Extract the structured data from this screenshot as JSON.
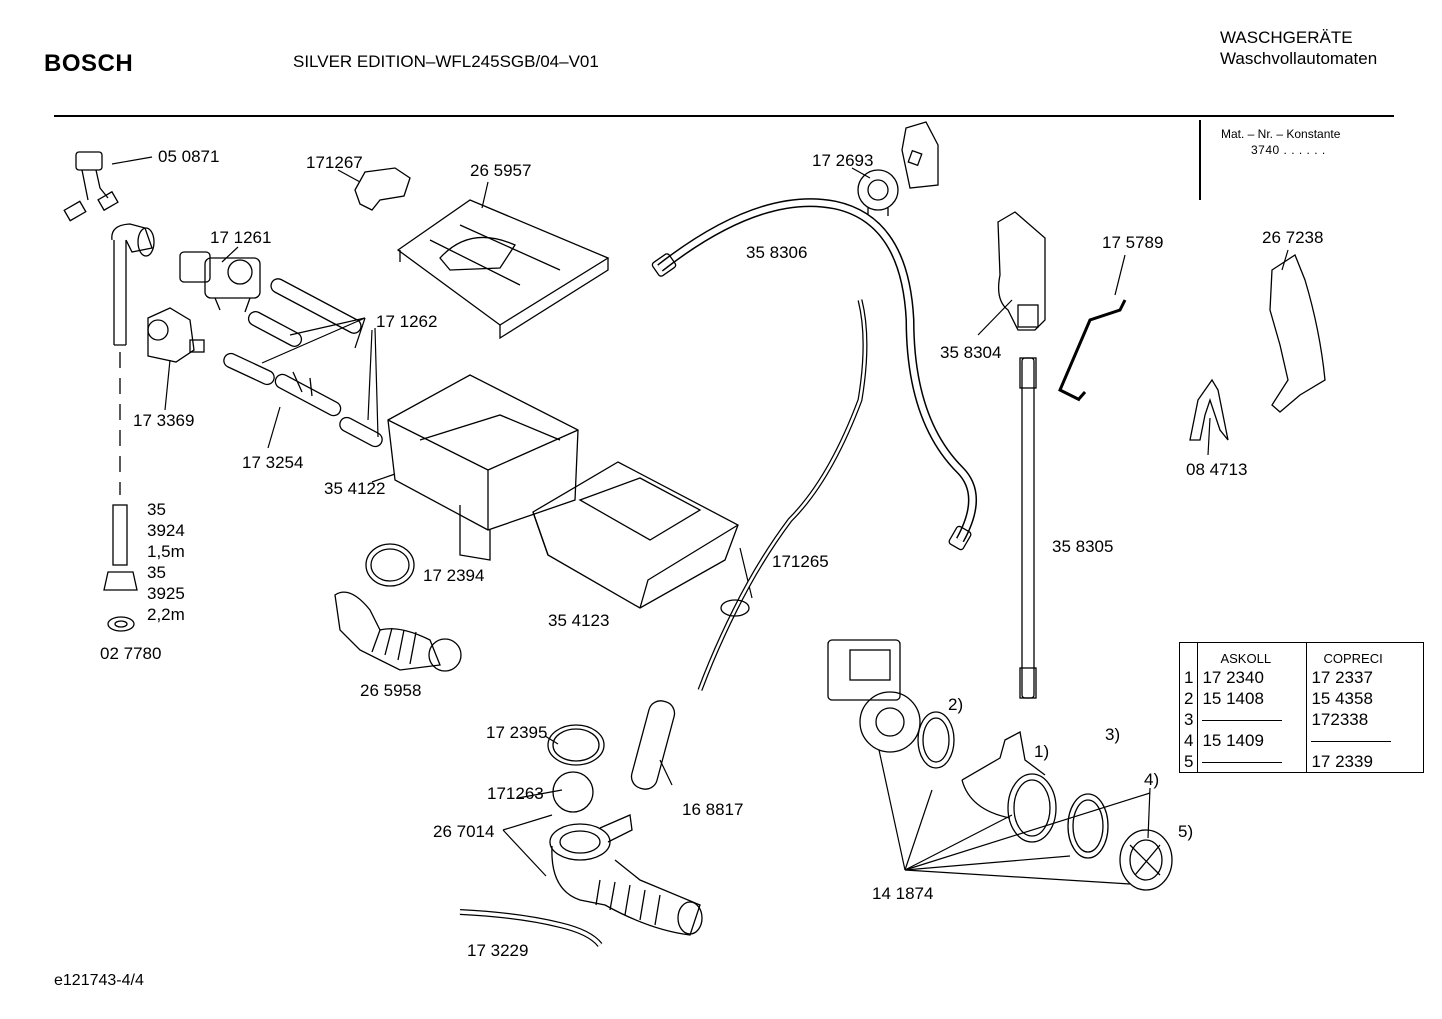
{
  "header": {
    "brand": "BOSCH",
    "model": "SILVER EDITION–WFL245SGB/04–V01",
    "category_line1": "WASCHGERÄTE",
    "category_line2": "Waschvollautomaten"
  },
  "mat_info": {
    "label": "Mat. – Nr. – Konstante",
    "value": "3740 . .   . . . ."
  },
  "footer": {
    "page_ref": "e121743-4/4"
  },
  "labels": {
    "p050871": "05 0871",
    "p171267": "171267",
    "p265957": "26 5957",
    "p172693": "17 2693",
    "p171261": "17 1261",
    "p358306": "35 8306",
    "p175789": "17 5789",
    "p267238": "26 7238",
    "p171262": "17 1262",
    "p358304": "35 8304",
    "p173369": "17 3369",
    "p173254": "17 3254",
    "p354122": "35 4122",
    "p084713": "08 4713",
    "p35a": "35",
    "p3924": "3924",
    "p15m": "1,5m",
    "p35b": "35",
    "p3925": "3925",
    "p22m": "2,2m",
    "p027780": "02 7780",
    "p172394": "17 2394",
    "p358305": "35 8305",
    "p171265": "171265",
    "p354123": "35 4123",
    "p265958": "26 5958",
    "p172395": "17 2395",
    "p171263": "171263",
    "p168817": "16 8817",
    "p267014": "26 7014",
    "p173229": "17 3229",
    "p141874": "14 1874",
    "n1": "1)",
    "n2": "2)",
    "n3": "3)",
    "n4": "4)",
    "n5": "5)"
  },
  "parts_table": {
    "headers": [
      "ASKOLL",
      "COPRECI"
    ],
    "rows": [
      {
        "n": "1",
        "askoll": "17 2340",
        "copreci": "17 2337"
      },
      {
        "n": "2",
        "askoll": "15 1408",
        "copreci": "15 4358"
      },
      {
        "n": "3",
        "askoll": "",
        "copreci": "172338"
      },
      {
        "n": "4",
        "askoll": "15 1409",
        "copreci": ""
      },
      {
        "n": "5",
        "askoll": "",
        "copreci": "17 2339"
      }
    ]
  }
}
